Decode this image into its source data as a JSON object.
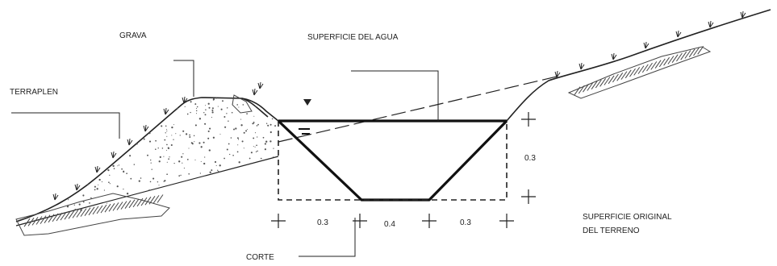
{
  "labels": {
    "grava": "GRAVA",
    "superficie_agua": "SUPERFICIE DEL AGUA",
    "terraplen": "TERRAPLEN",
    "corte": "CORTE",
    "superficie_original_line1": "SUPERFICIE ORIGINAL",
    "superficie_original_line2": "DEL TERRENO"
  },
  "dimensions": {
    "bottom_left": "0.3",
    "bottom_center": "0.4",
    "bottom_right": "0.3",
    "height": "0.3"
  },
  "colors": {
    "ink": "#222222",
    "hatch": "#444444",
    "stipple": "#555555"
  }
}
